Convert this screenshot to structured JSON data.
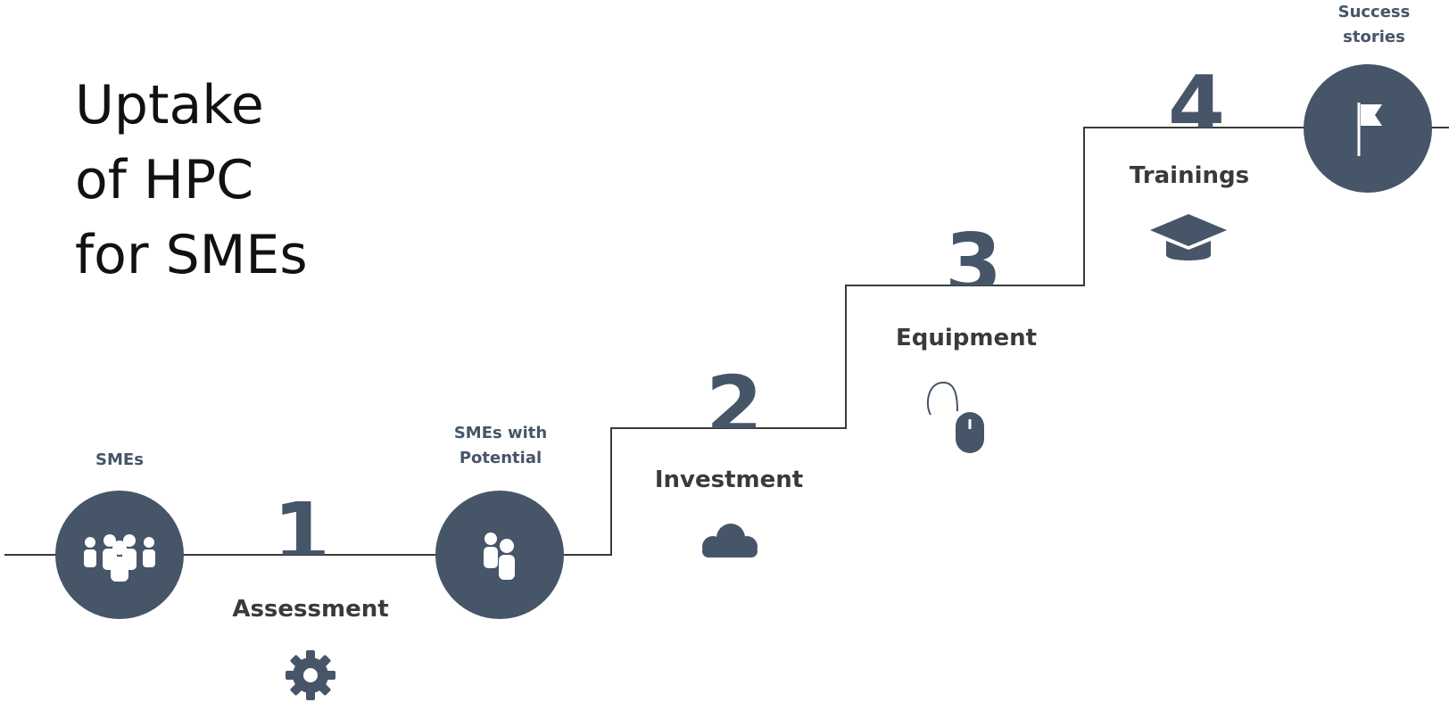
{
  "title": {
    "line1": "Uptake",
    "line2": "of HPC",
    "line3": "for SMEs"
  },
  "colors": {
    "accent": "#465568",
    "line": "#3a3a3a",
    "text": "#111111"
  },
  "nodes": {
    "smes": {
      "label": "SMEs",
      "icon": "group-people-icon"
    },
    "smes_with_potential": {
      "label": "SMEs with\nPotential",
      "icon": "two-people-icon"
    },
    "success_stories": {
      "label": "Success\nstories",
      "icon": "flag-icon"
    }
  },
  "steps": [
    {
      "number": "1",
      "label": "Assessment",
      "icon": "gear-icon"
    },
    {
      "number": "2",
      "label": "Investment",
      "icon": "cloud-icon"
    },
    {
      "number": "3",
      "label": "Equipment",
      "icon": "mouse-icon"
    },
    {
      "number": "4",
      "label": "Trainings",
      "icon": "graduation-cap-icon"
    }
  ]
}
